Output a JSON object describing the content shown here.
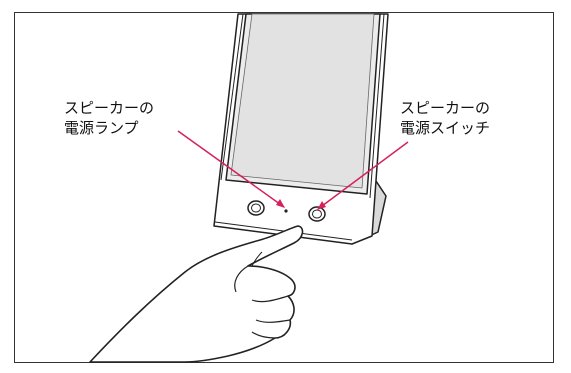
{
  "labels": {
    "lamp": {
      "line1": "スピーカーの",
      "line2": "電源ランプ"
    },
    "switch": {
      "line1": "スピーカーの",
      "line2": "電源スイッチ"
    }
  },
  "colors": {
    "frame": "#222222",
    "leader": "#d6205a",
    "screen": "#ececec",
    "skin": "#ffffff"
  }
}
